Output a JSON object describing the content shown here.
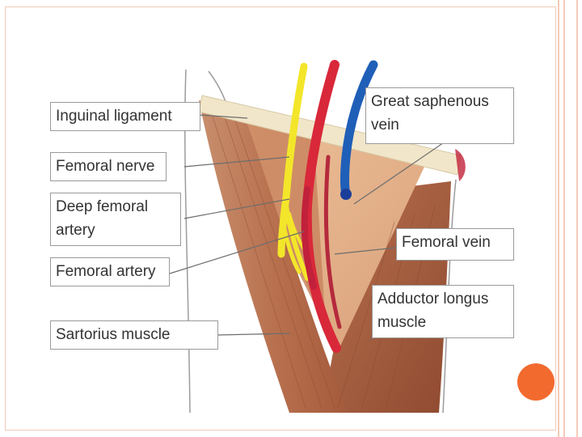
{
  "diagram": {
    "labels": {
      "inguinal_ligament": "Inguinal ligament",
      "femoral_nerve": "Femoral nerve",
      "deep_femoral_artery_line1": "Deep femoral",
      "deep_femoral_artery_line2": "artery",
      "femoral_artery": "Femoral artery",
      "sartorius_muscle": "Sartorius muscle",
      "great_saphenous_vein_line1": "Great saphenous",
      "great_saphenous_vein_line2": "vein",
      "femoral_vein": "Femoral vein",
      "adductor_longus_line1": "Adductor longus",
      "adductor_longus_line2": "muscle"
    },
    "colors": {
      "nerve": "#f3e62a",
      "artery": "#d8283a",
      "vein": "#1f5fb8",
      "muscle_dark": "#a85a3c",
      "muscle_light": "#e3ae86",
      "accent_dot": "#f26a2e"
    }
  }
}
